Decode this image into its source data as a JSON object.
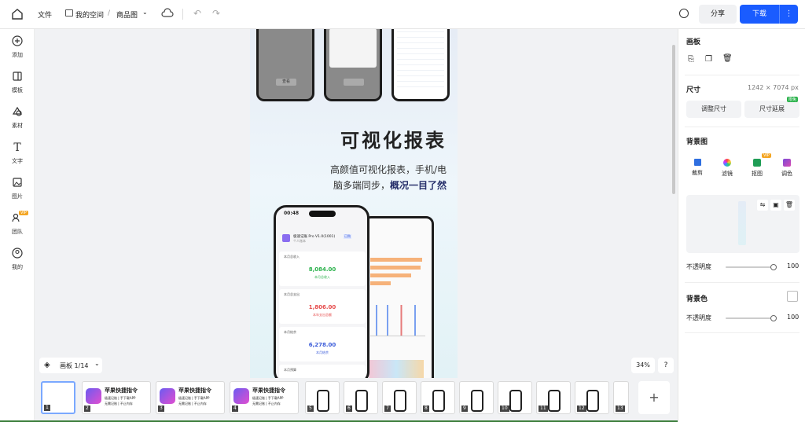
{
  "topbar": {
    "file": "文件",
    "breadcrumb_space": "我的空间",
    "breadcrumb_sep": "/",
    "doc_title": "商品图",
    "share": "分享",
    "download": "下载"
  },
  "leftbar": [
    {
      "label": "添加",
      "icon": "plus-circle-icon"
    },
    {
      "label": "模板",
      "icon": "template-icon"
    },
    {
      "label": "素材",
      "icon": "shapes-icon"
    },
    {
      "label": "文字",
      "icon": "text-icon"
    },
    {
      "label": "图片",
      "icon": "image-icon"
    },
    {
      "label": "团队",
      "icon": "team-icon",
      "badge": "VIP"
    },
    {
      "label": "我的",
      "icon": "user-icon"
    }
  ],
  "artboard": {
    "heading": "可视化报表",
    "desc1": "高颜值可视化报表，手机/电",
    "desc2a": "脑多端同步，",
    "desc2b": "概况一目了然",
    "phone_time": "00:48",
    "app_name": "极速记账 Pro V1.0(1001)",
    "app_tag": "已购",
    "app_sub": "个人账本",
    "card1_title": "本月总收入",
    "card1_value": "8,084.00",
    "card1_sub": "本月总收入",
    "card2_title": "本月总支出",
    "card2_value": "1,806.00",
    "card2_sub": "本年支出总额",
    "card3_title": "本月结余",
    "card3_value": "6,278.00",
    "card3_sub": "本月结余",
    "card4_title": "本月预算",
    "top_button": "查看"
  },
  "bottom": {
    "layers_label": "画板 1/14",
    "zoom": "34%",
    "help": "?",
    "add": "+",
    "thumb_title": "苹果快捷指令",
    "thumb_line1": "极速记账 | 手下载APP",
    "thumb_line2": "无需记账 | 不止内存",
    "thumbs": [
      "1",
      "2",
      "3",
      "4",
      "5",
      "6",
      "7",
      "8",
      "9",
      "10",
      "11",
      "12",
      "13"
    ]
  },
  "panel": {
    "artboard_title": "画板",
    "size_title": "尺寸",
    "size_value": "1242 × 7074 px",
    "resize": "调整尺寸",
    "extend": "尺寸延展",
    "extend_badge": "限免",
    "bgimg_title": "背景图",
    "bg_tools": [
      {
        "label": "裁剪",
        "icon": "crop-icon"
      },
      {
        "label": "滤镜",
        "icon": "filter-icon"
      },
      {
        "label": "抠图",
        "icon": "cutout-icon",
        "badge": "VIP"
      },
      {
        "label": "调色",
        "icon": "color-adjust-icon"
      }
    ],
    "opacity_label": "不透明度",
    "opacity_value": "100",
    "bgcolor_title": "背景色",
    "opacity2_label": "不透明度",
    "opacity2_value": "100"
  },
  "colors": {
    "accent": "#1a5cff",
    "green": "#2bb24c",
    "red": "#e64a4a",
    "blue": "#3a5bd9"
  }
}
